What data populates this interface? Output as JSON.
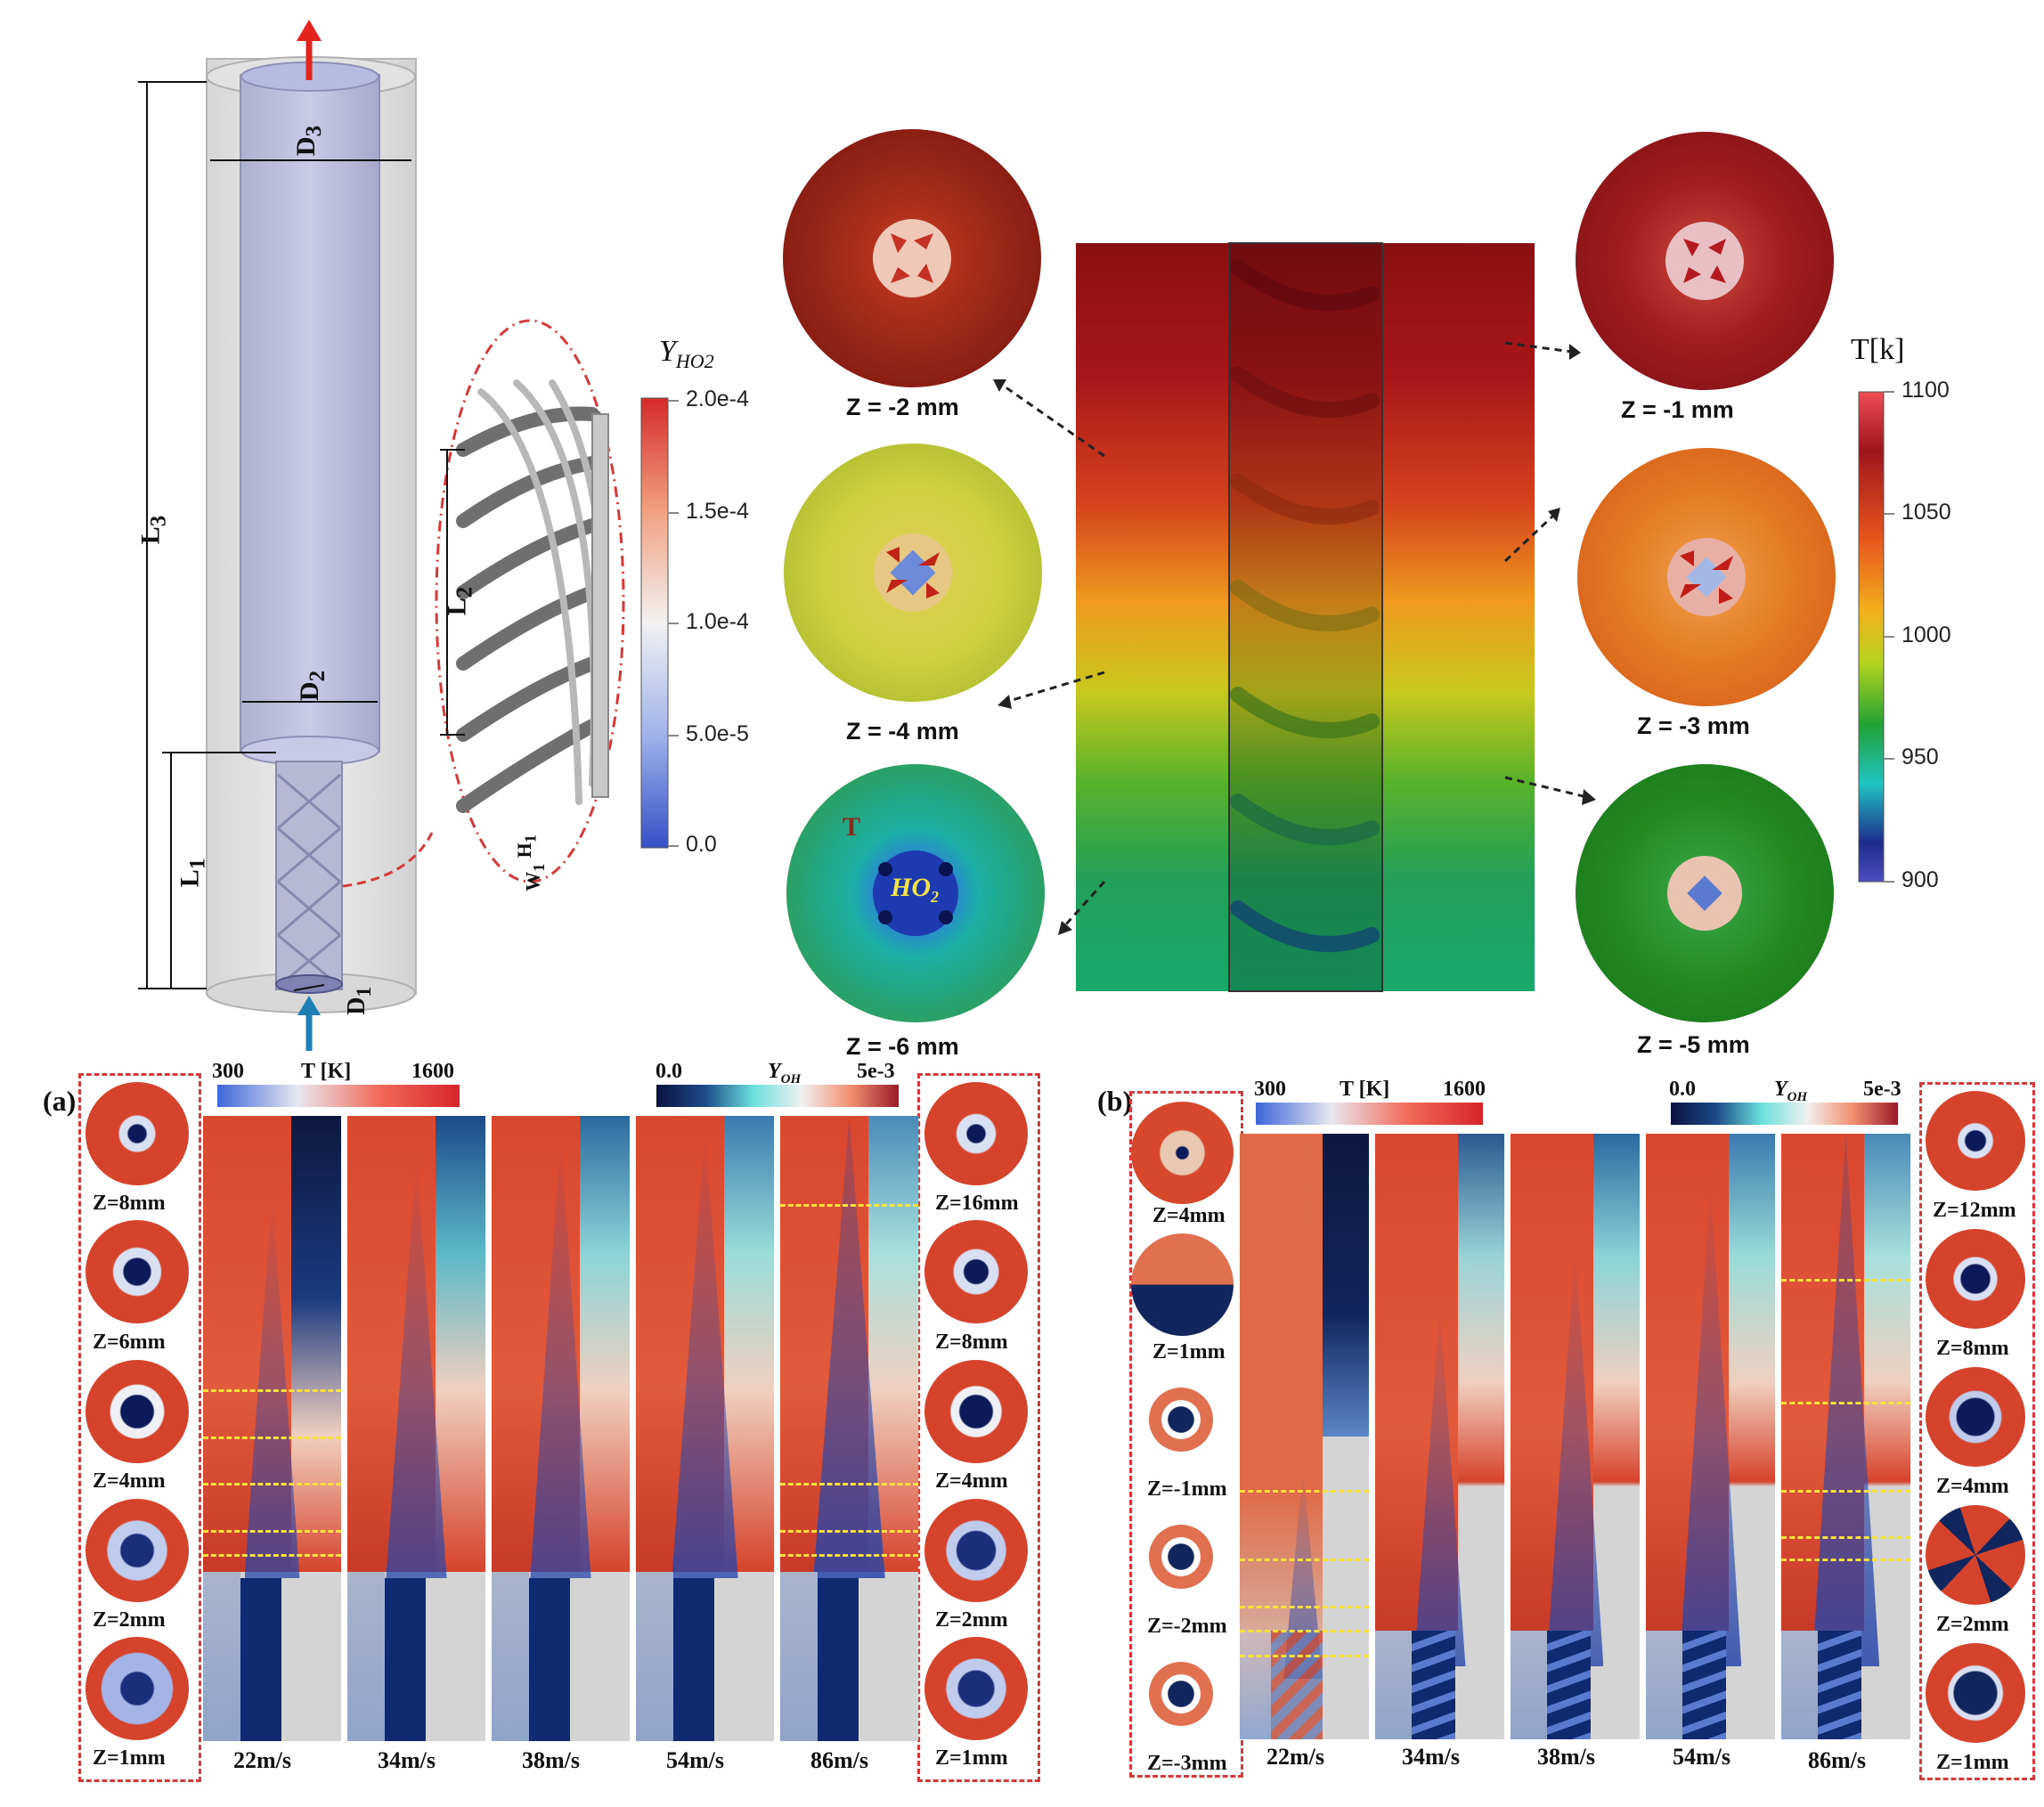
{
  "geometry": {
    "labels": {
      "D3": "D",
      "D3_sub": "3",
      "D2": "D",
      "D2_sub": "2",
      "D1": "D",
      "D1_sub": "1",
      "L3": "L",
      "L3_sub": "3",
      "L1": "L",
      "L1_sub": "1",
      "L2": "L",
      "L2_sub": "2",
      "H1": "H",
      "H1_sub": "1",
      "W1": "W",
      "W1_sub": "1"
    }
  },
  "colorbars": {
    "ho2": {
      "title": "Y",
      "title_sub": "HO2",
      "ticks": [
        "2.0e-4",
        "1.5e-4",
        "1.0e-4",
        "5.0e-5",
        "0.0"
      ]
    },
    "temp": {
      "title": "T[k]",
      "ticks": [
        "1100",
        "1050",
        "1000",
        "950",
        "900"
      ]
    }
  },
  "slices": {
    "left": [
      "Z = -2 mm",
      "Z = -4 mm",
      "Z = -6 mm"
    ],
    "right": [
      "Z = -1 mm",
      "Z = -3 mm",
      "Z = -5 mm"
    ],
    "inset_T": "T",
    "inset_HO2": "HO",
    "inset_HO2_sub": "2"
  },
  "panel_a": {
    "tag": "(a)",
    "t_bar": {
      "min": "300",
      "title": "T [K]",
      "max": "1600"
    },
    "oh_bar": {
      "min": "0.0",
      "title": "Y",
      "title_sub": "OH",
      "max": "5e-3"
    },
    "speeds": [
      "22m/s",
      "34m/s",
      "38m/s",
      "54m/s",
      "86m/s"
    ],
    "left_z": [
      "Z=8mm",
      "Z=6mm",
      "Z=4mm",
      "Z=2mm",
      "Z=1mm"
    ],
    "right_z": [
      "Z=16mm",
      "Z=8mm",
      "Z=4mm",
      "Z=2mm",
      "Z=1mm"
    ]
  },
  "panel_b": {
    "tag": "(b)",
    "t_bar": {
      "min": "300",
      "title": "T [K]",
      "max": "1600"
    },
    "oh_bar": {
      "min": "0.0",
      "title": "Y",
      "title_sub": "OH",
      "max": "5e-3"
    },
    "speeds": [
      "22m/s",
      "34m/s",
      "38m/s",
      "54m/s",
      "86m/s"
    ],
    "left_z": [
      "Z=4mm",
      "Z=1mm",
      "Z=-1mm",
      "Z=-2mm",
      "Z=-3mm"
    ],
    "right_z": [
      "Z=12mm",
      "Z=8mm",
      "Z=4mm",
      "Z=2mm",
      "Z=1mm"
    ]
  },
  "colors": {
    "flame_red": "#d9472f",
    "oh_navy": "#12265e",
    "slice_red": "#a52a1c",
    "slice_yellow": "#cbcd3a",
    "slice_teal": "#1fa98a",
    "slice_orange": "#e07a24",
    "slice_green": "#23861f"
  }
}
